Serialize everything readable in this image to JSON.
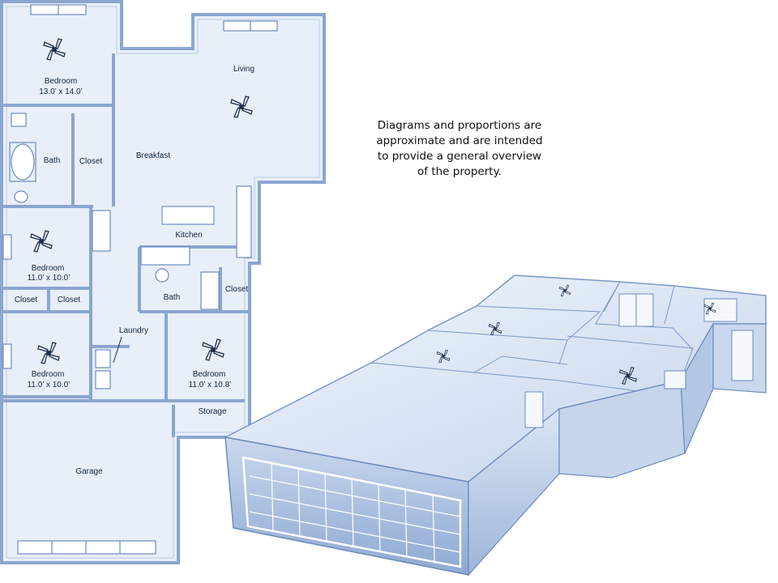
{
  "floorplan": {
    "rooms": [
      {
        "name": "Bedroom",
        "size": "13.0’ x 14.0’"
      },
      {
        "name": "Living",
        "size": ""
      },
      {
        "name": "Bath",
        "size": ""
      },
      {
        "name": "Closet",
        "size": ""
      },
      {
        "name": "Breakfast",
        "size": ""
      },
      {
        "name": "Kitchen",
        "size": ""
      },
      {
        "name": "Bedroom",
        "size": "11.0’ x 10.0’"
      },
      {
        "name": "Bath",
        "size": ""
      },
      {
        "name": "Closet",
        "size": ""
      },
      {
        "name": "Closet",
        "size": ""
      },
      {
        "name": "Closet",
        "size": ""
      },
      {
        "name": "Laundry",
        "size": ""
      },
      {
        "name": "Bedroom",
        "size": "11.0’ x 10.0’"
      },
      {
        "name": "Bedroom",
        "size": "11.0’ x 10.8’"
      },
      {
        "name": "Storage",
        "size": ""
      },
      {
        "name": "Garage",
        "size": ""
      }
    ]
  },
  "note": {
    "text": "Diagrams and proportions are approximate and are intended to provide a general overview of the property."
  },
  "colors": {
    "wall": "#8aa6cf",
    "floor": "#e6eef9",
    "line": "#6c8bbd",
    "text": "#10243e"
  }
}
